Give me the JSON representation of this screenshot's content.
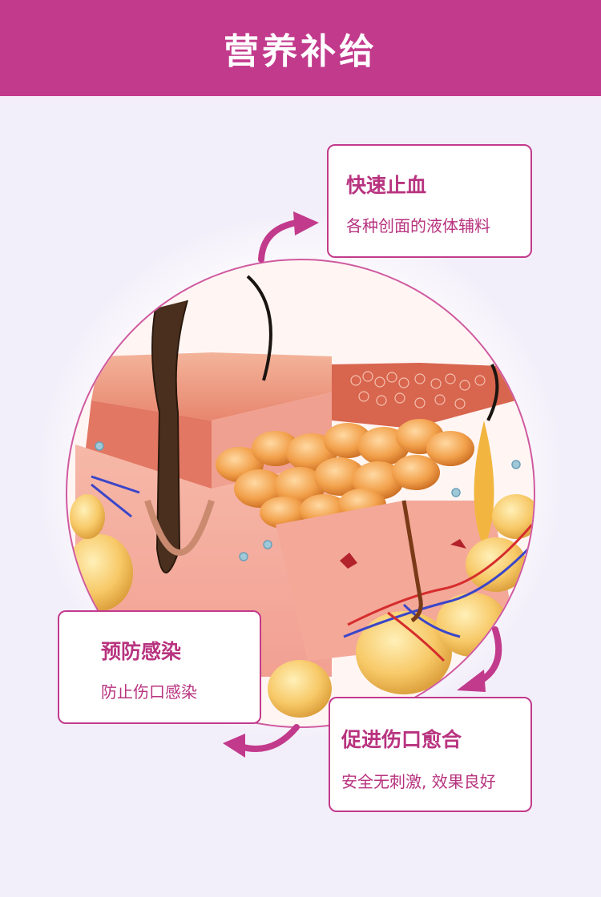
{
  "header": {
    "title": "营养补给"
  },
  "cards": {
    "hemostasis": {
      "title": "快速止血",
      "desc": "各种创面的液体辅料"
    },
    "infection": {
      "title": "预防感染",
      "desc": "防止伤口感染"
    },
    "healing": {
      "title": "促进伤口愈合",
      "desc": "安全无刺激, 效果良好"
    }
  },
  "colors": {
    "accent": "#c23a8c",
    "background": "#f3effa",
    "card_border": "#c23a8c"
  },
  "icons": [
    "cycle-arrow-icon",
    "cycle-arrow-icon",
    "cycle-arrow-icon"
  ]
}
